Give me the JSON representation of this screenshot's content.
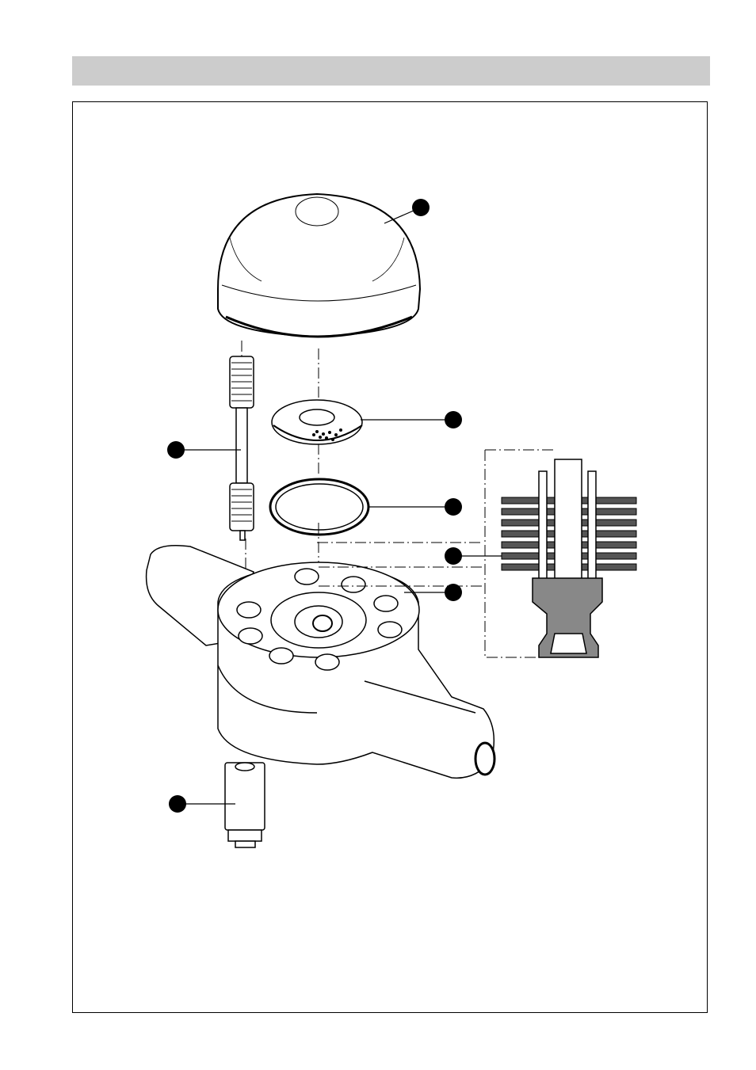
{
  "header": {
    "bar_color": "#cccccc"
  },
  "diagram": {
    "type": "exploded-assembly",
    "callouts": [
      {
        "id": "cap"
      },
      {
        "id": "sieve-disc"
      },
      {
        "id": "sealing-ring"
      },
      {
        "id": "cross-section"
      },
      {
        "id": "body"
      },
      {
        "id": "stud-bolt"
      },
      {
        "id": "nut"
      }
    ],
    "line_color": "#000000"
  }
}
